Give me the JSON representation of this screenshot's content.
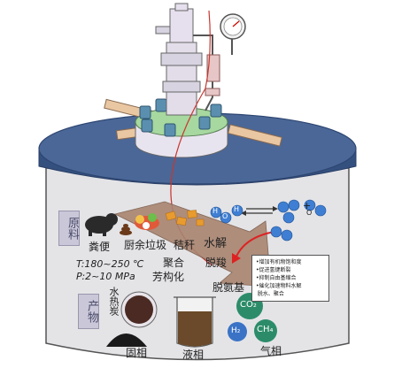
{
  "sections": {
    "raw_label": "原料",
    "product_label": "产物"
  },
  "raw_materials": {
    "feces": "粪便",
    "kitchen_waste": "厨余垃圾",
    "straw": "秸秆"
  },
  "reactions": {
    "hydrolysis": "水解",
    "dehydration": "脱羧",
    "polymerization": "聚合",
    "aromatization": "芳构化",
    "deamination": "脱氨基"
  },
  "conditions": {
    "temperature": "T:180~250 ℃",
    "pressure": "P:2~10 MPa"
  },
  "water_note": [
    "增加有机物饱和度",
    "促进氢键断裂",
    "抑制自由基缩合",
    "催化加速物料水解",
    "脱水、聚合"
  ],
  "products": {
    "hydrochar": "水热炭",
    "solid_phase": "固相",
    "liquid_phase": "液相",
    "gas_phase": "气相",
    "co2": "CO₂",
    "h2": "H₂",
    "ch4": "CH₄"
  },
  "molecules": {
    "h": "H",
    "o": "O",
    "plus": "+"
  },
  "colors": {
    "lid": "#3f5b8e",
    "body": "#e3e3e6",
    "flange": "#9ed49a",
    "arrow": "#a7836a",
    "gas_circle": "#2c8c6a",
    "molecule": "#3f7fd3"
  }
}
